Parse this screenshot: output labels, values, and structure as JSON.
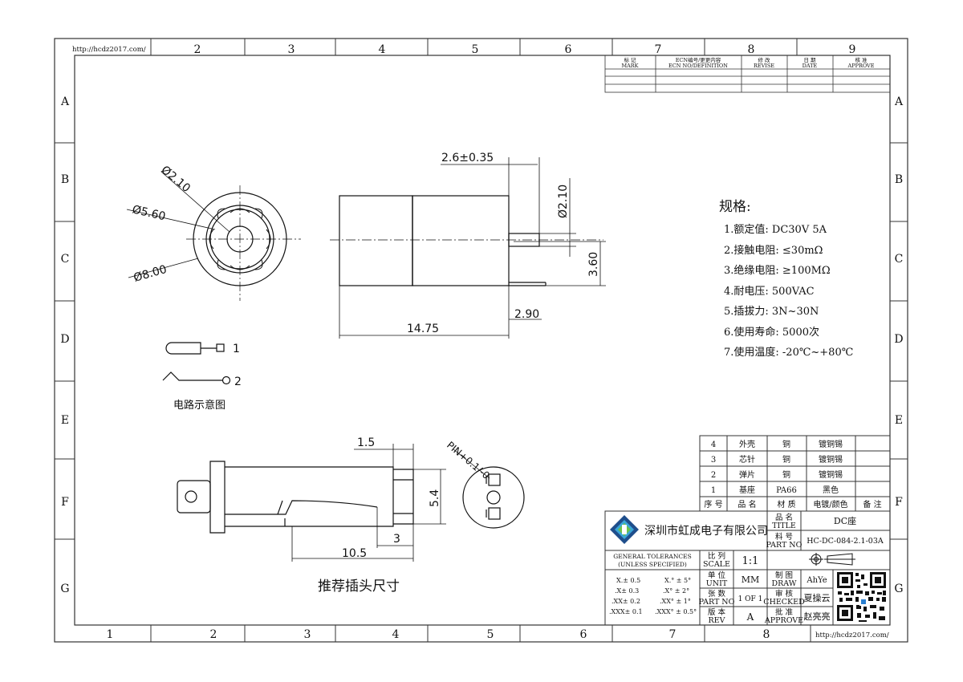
{
  "url_top": "http://hcdz2017.com/",
  "url_bottom": "http://hcdz2017.com/",
  "col_labels_top": [
    "2",
    "3",
    "4",
    "5",
    "6",
    "7",
    "8",
    "9"
  ],
  "col_labels_bottom": [
    "1",
    "2",
    "3",
    "4",
    "5",
    "6",
    "7",
    "8"
  ],
  "row_labels": [
    "A",
    "B",
    "C",
    "D",
    "E",
    "F",
    "G"
  ],
  "revision_block": {
    "headers": [
      {
        "cn": "标 记",
        "en": "MARK"
      },
      {
        "cn": "ECN编号/更更内容",
        "en": "ECN NO/DEFINITION"
      },
      {
        "cn": "修 改",
        "en": "REVISE"
      },
      {
        "cn": "日 期",
        "en": "DATE"
      },
      {
        "cn": "核 准",
        "en": "APPROVE"
      }
    ]
  },
  "dimensions": {
    "d_2_10": "Ø2.10",
    "d_5_60": "Ø5.60",
    "d_8_00": "Ø8.00",
    "top_2_6": "2.6±0.35",
    "v_2_10": "Ø2.10",
    "v_3_60": "3.60",
    "h_2_90": "2.90",
    "h_14_75": "14.75",
    "p_1_5": "1.5",
    "p_pin": "PIN+0.1/-0",
    "p_5_4": "5.4",
    "p_3": "3",
    "p_10_5": "10.5"
  },
  "circuit": {
    "pin1": "1",
    "pin2": "2",
    "caption": "电路示意图"
  },
  "plug_caption": "推荐插头尺寸",
  "specs": {
    "heading": "规格:",
    "items": [
      "1.额定值: DC30V 5A",
      "2.接触电阻: ≤30mΩ",
      "3.绝缘电阻: ≥100MΩ",
      "4.耐电压: 500VAC",
      "5.插拔力: 3N~30N",
      "6.使用寿命: 5000次",
      "7.使用温度: -20℃~+80℃"
    ]
  },
  "bom": {
    "rows": [
      [
        "4",
        "外壳",
        "铜",
        "镀铜锡"
      ],
      [
        "3",
        "芯针",
        "铜",
        "镀铜锡"
      ],
      [
        "2",
        "弹片",
        "铜",
        "镀铜锡"
      ],
      [
        "1",
        "基座",
        "PA66",
        "黑色"
      ]
    ],
    "header": [
      "序 号",
      "品 名",
      "材 质",
      "电镀/颜色",
      "备 注"
    ]
  },
  "title_block": {
    "company": "深圳市虹成电子有限公司",
    "title_label_cn": "品 名",
    "title_label_en": "TITLE",
    "title_value": "DC座",
    "part_label_cn": "料 号",
    "part_label_en": "PART NO",
    "part_value": "HC-DC-084-2.1-03A",
    "tol_head_1": "GENERAL TOLERANCES",
    "tol_head_2": "(UNLESS SPECIFIED)",
    "tol_left": [
      "X.± 0.5",
      ".X± 0.3",
      ".XX± 0.2",
      ".XXX± 0.1"
    ],
    "tol_right": [
      "X.° ± 5°",
      ".X° ± 2°",
      ".XX° ± 1°",
      ".XXX° ± 0.5°"
    ],
    "scale_cn": "比 列",
    "scale_en": "SCALE",
    "scale_value": "1:1",
    "unit_cn": "单 位",
    "unit_en": "UNIT",
    "unit_value": "MM",
    "sheet_cn": "张 数",
    "sheet_en": "PART NO",
    "sheet_value": "1 OF 1",
    "rev_cn": "版 本",
    "rev_en": "REV",
    "rev_value": "A",
    "draw_cn": "制 图",
    "draw_en": "DRAW",
    "draw_value": "AhYe",
    "check_cn": "审 核",
    "check_en": "CHECKED",
    "check_value": "夏操云",
    "approve_cn": "批 准",
    "approve_en": "APPROVE",
    "approve_value": "赵亮亮"
  }
}
